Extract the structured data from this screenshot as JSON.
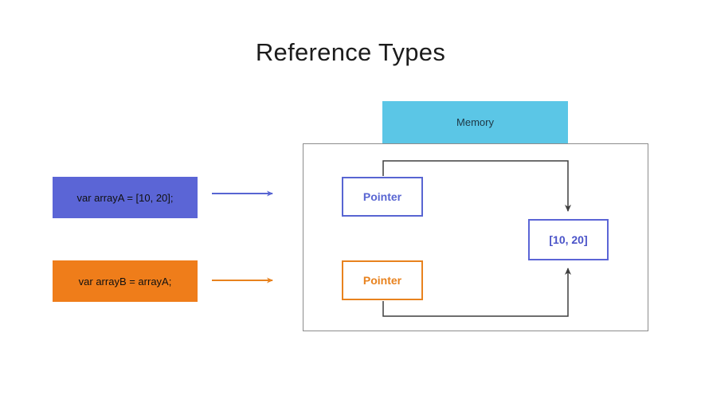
{
  "title": "Reference Types",
  "memory": {
    "label": "Memory"
  },
  "code_boxes": {
    "array_a": {
      "label": "var arrayA = [10, 20];"
    },
    "array_b": {
      "label": "var arrayB = arrayA;"
    }
  },
  "pointers": {
    "pointer_a": {
      "label": "Pointer"
    },
    "pointer_b": {
      "label": "Pointer"
    }
  },
  "value_box": {
    "label": "[10, 20]"
  },
  "colors": {
    "memory_fill": "#5bc6e6",
    "array_a_fill": "#5b65d6",
    "array_b_fill": "#ef7d1a",
    "pointer_a_accent": "#5865d2",
    "pointer_b_accent": "#e8821e",
    "value_box_border": "#5b65d6",
    "value_box_text": "#4a53c8",
    "container_border": "#8c8c8c",
    "connector_line": "#3f3f3f",
    "title_text": "#1c1c1c"
  }
}
